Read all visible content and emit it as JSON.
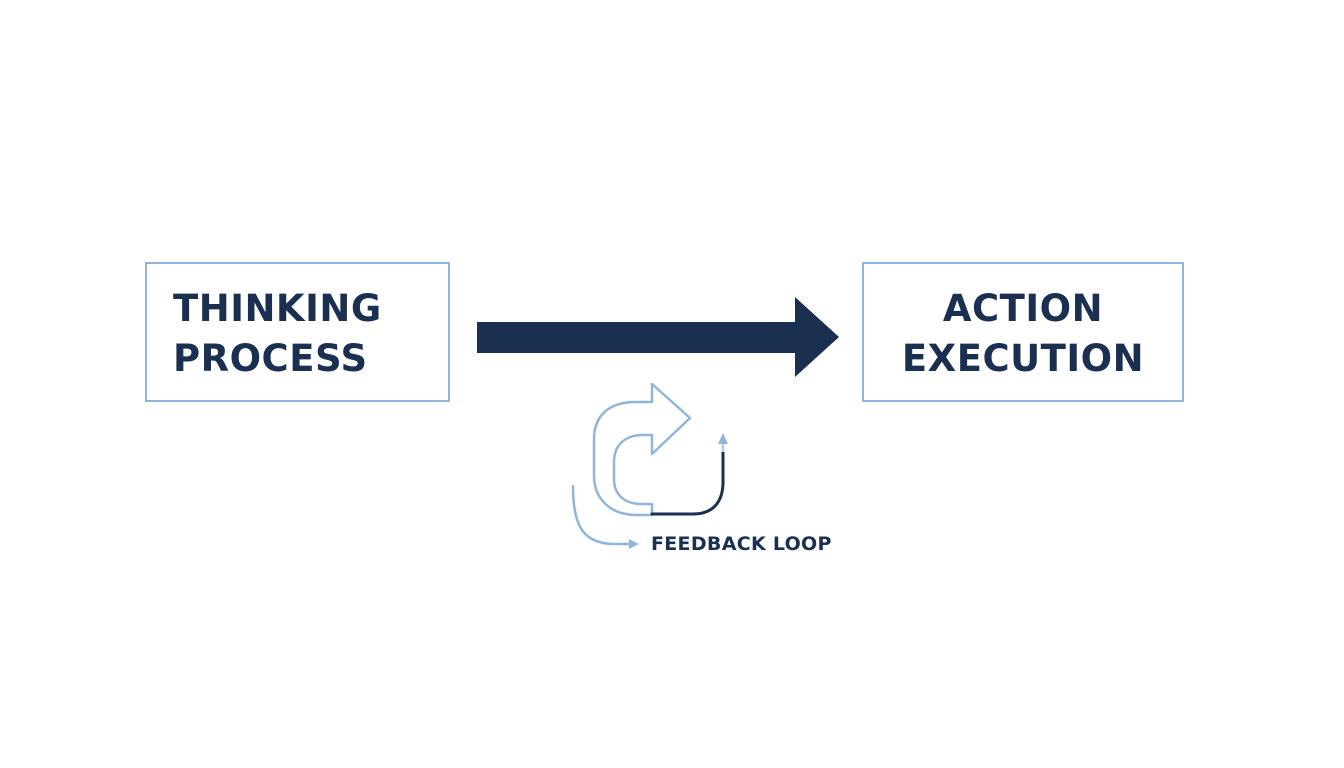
{
  "diagram": {
    "source_node": {
      "lines": [
        "THINKING",
        "PROCESS"
      ]
    },
    "target_node": {
      "lines": [
        "ACTION",
        "EXECUTION"
      ]
    },
    "feedback": {
      "label": "FEEDBACK LOOP"
    },
    "colors": {
      "dark_navy": "#1b2f50",
      "light_blue": "#8fb6da",
      "background": "#ffffff"
    }
  }
}
